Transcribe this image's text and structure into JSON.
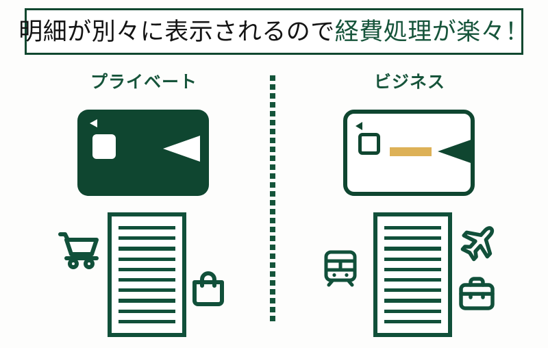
{
  "banner": {
    "title_plain": "明細が別々に表示されるので",
    "title_accent": "経費処理が楽々！",
    "border_color": "#10472F",
    "plain_color": "#141414",
    "accent_color": "#16543A"
  },
  "columns": {
    "private": {
      "heading": "プライベート",
      "card": {
        "name": "private-credit-card",
        "style": "filled",
        "fill_color": "#0F4630",
        "chip_color": "#FFFFFF",
        "wedge_color": "#FFFFFF"
      },
      "statement": {
        "name": "private-statement",
        "line_count": 10
      },
      "icons": [
        {
          "name": "shopping-cart-icon",
          "label": "shopping cart"
        },
        {
          "name": "shopping-bag-icon",
          "label": "shopping bag"
        }
      ]
    },
    "business": {
      "heading": "ビジネス",
      "card": {
        "name": "business-credit-card",
        "style": "outlined",
        "fill_color": "#FFFFFF",
        "outline_color": "#0F4630",
        "stripe_color": "#DDB157",
        "wedge_color": "#0F4630"
      },
      "statement": {
        "name": "business-statement",
        "line_count": 10
      },
      "icons": [
        {
          "name": "train-icon",
          "label": "train"
        },
        {
          "name": "airplane-icon",
          "label": "airplane"
        },
        {
          "name": "briefcase-icon",
          "label": "briefcase"
        }
      ]
    }
  },
  "divider": {
    "name": "dotted-divider",
    "dot_color": "#14543A",
    "dot_count": 28
  },
  "theme": {
    "green": "#11503A",
    "deep_green": "#0F4630",
    "gold": "#DDB157",
    "background": "#FDFDFC"
  }
}
